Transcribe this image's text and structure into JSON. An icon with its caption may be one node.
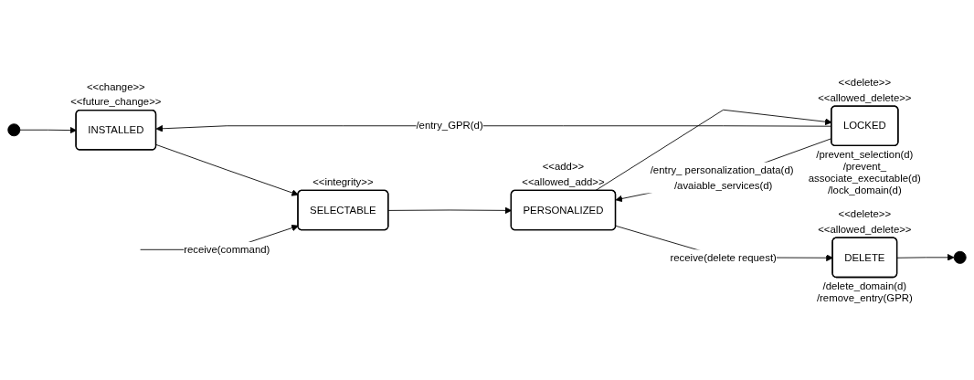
{
  "diagram": {
    "nodes": [
      {
        "text": [],
        "shape": "circle"
      },
      {
        "text": [
          "INSTALLED"
        ],
        "beside": [
          "<<change>>",
          "<<future_change>>"
        ]
      },
      {
        "text": [
          "SELECTABLE"
        ],
        "beside": [
          "<<integrity>>"
        ]
      },
      {
        "text": [
          "PERSONALIZED"
        ],
        "beside": [
          "<<add>>",
          "<<allowed_add>>"
        ]
      },
      {
        "text": [
          "LOCKED"
        ],
        "beside": [
          "<<delete>>",
          "<<allowed_delete>>",
          "/prevent_selection(d) /prevent_ associate_executable(d) /lock_domain(d)"
        ]
      },
      {
        "text": [
          "DELETE"
        ],
        "beside": [
          "<<delete>>",
          "<<allowed_delete>>",
          "/delete_domain(d) /remove_entry(GPR)"
        ]
      },
      {
        "text": [],
        "shape": "circle"
      }
    ],
    "edges": [
      {
        "from": 0,
        "to": 1,
        "arrow": "to"
      },
      {
        "from": 1,
        "to": 2,
        "arrow": "to"
      },
      {
        "from": 2,
        "to": 3,
        "arrow": "to"
      },
      {
        "from": 3,
        "to": 4,
        "arrow": "to"
      },
      {
        "from": 4,
        "to": 1,
        "arrow": "to",
        "label": "/entry_GPR(d)"
      },
      {
        "from": null,
        "to": 2,
        "arrow": "to",
        "label": "receive(command)"
      },
      {
        "from": 4,
        "to": 3,
        "arrow": "to",
        "label": "/entry_ personalization_data(d) /avaiable_services(d)"
      },
      {
        "from": 3,
        "to": 5,
        "arrow": "to",
        "label": "receive(delete request)"
      },
      {
        "from": 5,
        "to": 6,
        "arrow": "to"
      }
    ]
  }
}
